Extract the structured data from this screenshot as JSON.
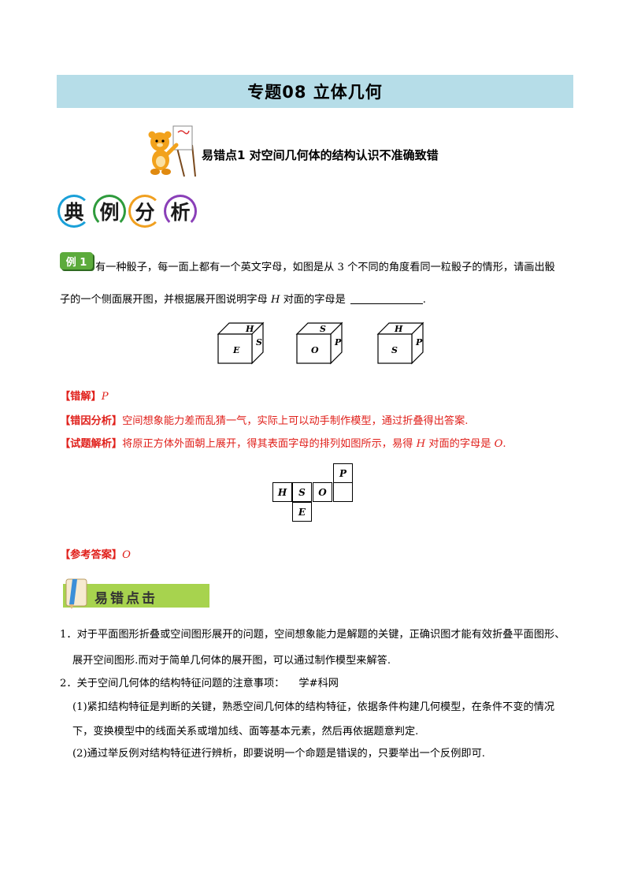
{
  "title": "专题08  立体几何",
  "point_heading": "易错点1  对空间几何体的结构认识不准确致错",
  "banner_chars": [
    "典",
    "例",
    "分",
    "析"
  ],
  "example_badge": "例 1",
  "question": {
    "line1": "有一种骰子，每一面上都有一个英文字母，如图是从 3 个不同的角度看同一粒骰子的情形，请画出骰",
    "line2_a": "子的一个侧面展开图，并根据展开图说明字母 ",
    "line2_var": "H",
    "line2_b": " 对面的字母是",
    "line2_end": "."
  },
  "cubes": [
    {
      "top": "H",
      "front": "E",
      "side": "S"
    },
    {
      "top": "S",
      "front": "O",
      "side": "P"
    },
    {
      "top": "H",
      "front": "S",
      "side": "P"
    }
  ],
  "wrong_answer": {
    "label": "【错解】",
    "value": "P"
  },
  "error_analysis": {
    "label": "【错因分析】",
    "text": "空间想象能力差而乱猜一气，实际上可以动手制作模型，通过折叠得出答案."
  },
  "solution": {
    "label": "【试题解析】",
    "text_a": "将原正方体外面朝上展开，得其表面字母的排列如图所示，易得 ",
    "var": "H",
    "text_b": " 对面的字母是 ",
    "ans": "O",
    "end": "."
  },
  "net": {
    "row_top": [
      "P"
    ],
    "row_mid": [
      "H",
      "S",
      "O",
      ""
    ],
    "row_bottom": [
      "E"
    ]
  },
  "reference_answer": {
    "label": "【参考答案】",
    "value": "O"
  },
  "tip_banner": "易错点击",
  "tips": {
    "t1_line1": "1．对于平面图形折叠或空间图形展开的问题，空间想象能力是解题的关键，正确识图才能有效折叠平面图形、",
    "t1_line2": "展开空间图形.而对于简单几何体的展开图，可以通过制作模型来解答.",
    "t2_line1": "2．关于空间几何体的结构特征问题的注意事项：",
    "t2_watermark": "学#科网",
    "t2_p1_line1": "(1)紧扣结构特征是判断的关键，熟悉空间几何体的结构特征，依据条件构建几何模型，在条件不变的情况",
    "t2_p1_line2": "下，变换模型中的线面关系或增加线、面等基本元素，然后再依据题意判定.",
    "t2_p2": "(2)通过举反例对结构特征进行辨析，即要说明一个命题是错误的，只要举出一个反例即可."
  },
  "colors": {
    "title_bg": "#b6dde8",
    "red": "#e0201b",
    "badge_green": "#5cab3c",
    "tip_green": "#a7d34e"
  }
}
